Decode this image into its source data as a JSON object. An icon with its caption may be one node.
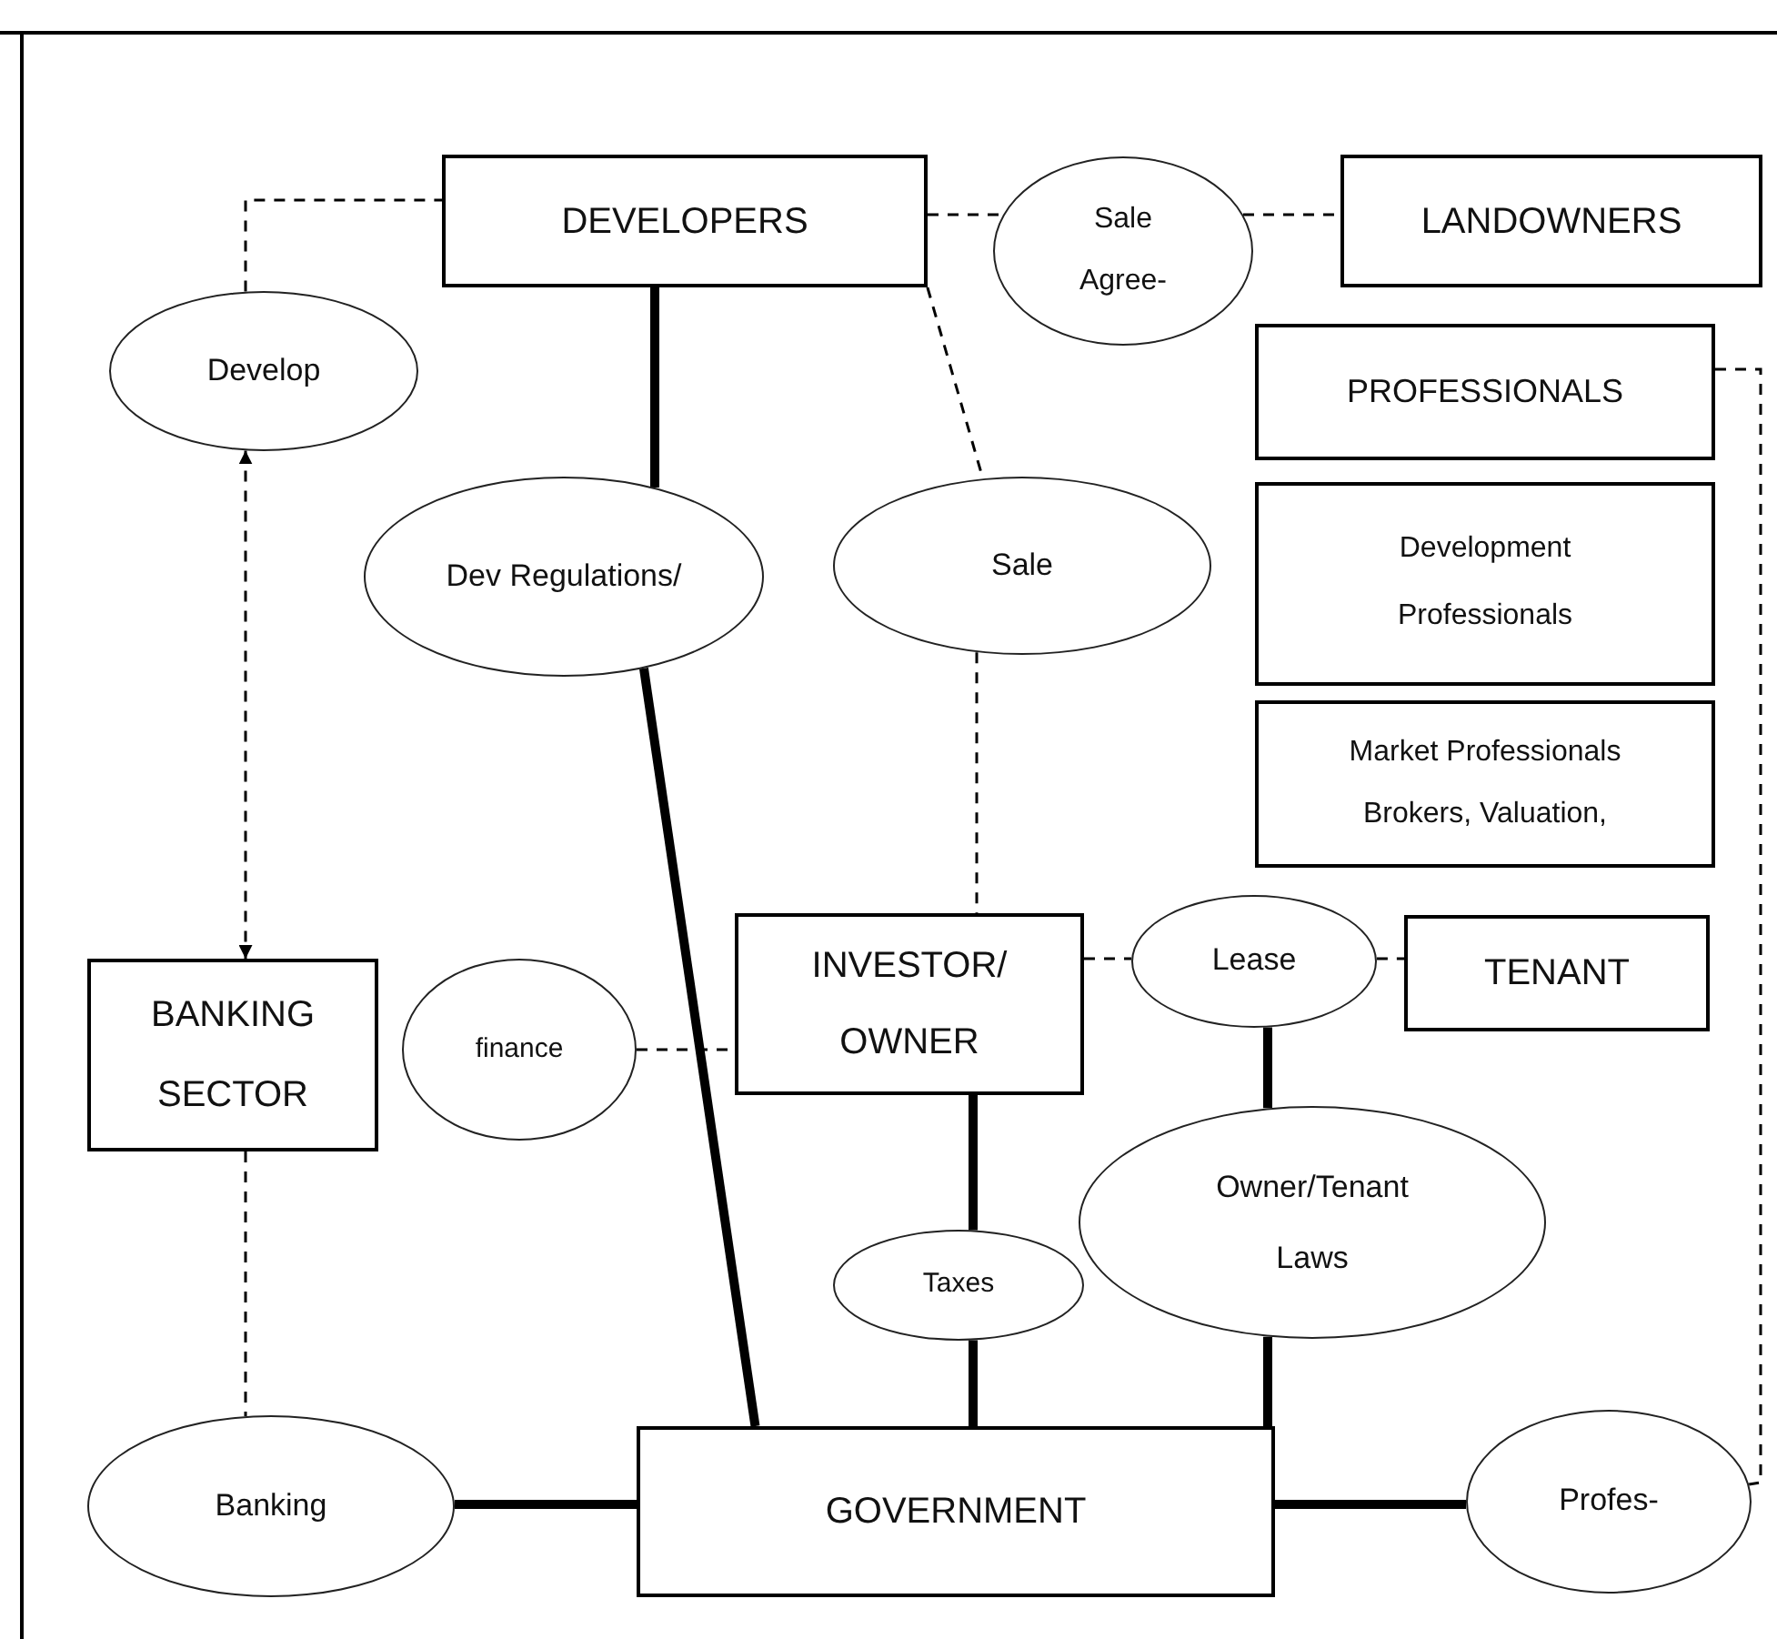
{
  "diagram": {
    "nodes": [
      {
        "text": [
          "DEVELOPERS"
        ]
      },
      {
        "text": [
          "Sale Agree-"
        ]
      },
      {
        "text": [
          "LANDOWNERS"
        ]
      },
      {
        "text": [
          "Develop"
        ]
      },
      {
        "text": [
          "PROFESSIONALS"
        ]
      },
      {
        "text": [
          "Dev Regulations/"
        ]
      },
      {
        "text": [
          "Sale"
        ]
      },
      {
        "text": [
          "Development Professionals"
        ]
      },
      {
        "text": [
          "Market Professionals",
          "Brokers, Valuation,"
        ]
      },
      {
        "text": [
          "INVESTOR/ OWNER"
        ]
      },
      {
        "text": [
          "Lease"
        ]
      },
      {
        "text": [
          "TENANT"
        ]
      },
      {
        "text": [
          "BANKING SECTOR"
        ]
      },
      {
        "text": [
          "finance"
        ]
      },
      {
        "text": [
          "Taxes"
        ]
      },
      {
        "text": [
          "Owner/Tenant Laws"
        ]
      },
      {
        "text": [
          "Banking"
        ]
      },
      {
        "text": [
          "GOVERNMENT"
        ]
      },
      {
        "text": [
          "Profes-"
        ]
      }
    ],
    "edges": [
      {
        "from": 3,
        "to": 0,
        "arrow": "none",
        "style": "dashed"
      },
      {
        "from": 3,
        "to": 12,
        "arrow": "both",
        "style": "dashed"
      },
      {
        "from": 0,
        "to": 1,
        "arrow": "none",
        "style": "dashed"
      },
      {
        "from": 1,
        "to": 2,
        "arrow": "none",
        "style": "dashed"
      },
      {
        "from": 0,
        "to": 5,
        "arrow": "none",
        "style": "thick"
      },
      {
        "from": 0,
        "to": 6,
        "arrow": "none",
        "style": "dashed"
      },
      {
        "from": 6,
        "to": 9,
        "arrow": "none",
        "style": "dashed"
      },
      {
        "from": 5,
        "to": 17,
        "arrow": "none",
        "style": "thick"
      },
      {
        "from": 13,
        "to": 9,
        "arrow": "none",
        "style": "dashed"
      },
      {
        "from": 9,
        "to": 10,
        "arrow": "none",
        "style": "dashed"
      },
      {
        "from": 10,
        "to": 11,
        "arrow": "none",
        "style": "dashed"
      },
      {
        "from": 10,
        "to": 15,
        "arrow": "none",
        "style": "thick"
      },
      {
        "from": 9,
        "to": 14,
        "arrow": "none",
        "style": "thick"
      },
      {
        "from": 14,
        "to": 17,
        "arrow": "none",
        "style": "thick"
      },
      {
        "from": 15,
        "to": 17,
        "arrow": "none",
        "style": "thick"
      },
      {
        "from": 12,
        "to": 16,
        "arrow": "none",
        "style": "dashed"
      },
      {
        "from": 16,
        "to": 17,
        "arrow": "none",
        "style": "thick"
      },
      {
        "from": 17,
        "to": 18,
        "arrow": "none",
        "style": "thick"
      },
      {
        "from": 4,
        "to": 18,
        "arrow": "none",
        "style": "dashed"
      }
    ]
  }
}
